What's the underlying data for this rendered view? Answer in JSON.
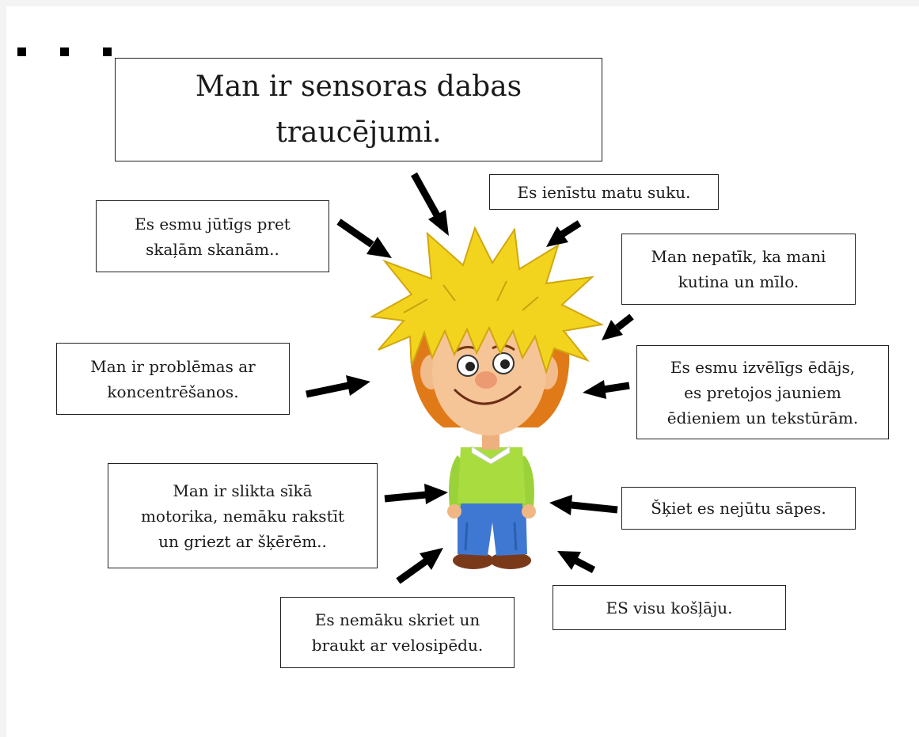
{
  "title": {
    "line1": "Man ir sensoras dabas",
    "line2": "traucējumi."
  },
  "notes": {
    "noise": {
      "line1": "Es esmu jūtīgs pret",
      "line2": "skaļām skanām.."
    },
    "brush": {
      "line1": "Es ienīstu matu suku."
    },
    "tickle": {
      "line1": "Man nepatīk, ka mani",
      "line2": "kutina un mīlo."
    },
    "focus": {
      "line1": "Man ir problēmas ar",
      "line2": "koncentrēšanos."
    },
    "eater": {
      "line1": "Es esmu izvēlīgs ēdājs,",
      "line2": "es pretojos jauniem",
      "line3": "ēdieniem un tekstūrām."
    },
    "motor": {
      "line1": "Man ir slikta sīkā",
      "line2": "motorika, nemāku rakstīt",
      "line3": "un griezt ar šķērēm.."
    },
    "pain": {
      "line1": "Šķiet es nejūtu sāpes."
    },
    "bike": {
      "line1": "Es nemāku skriet un",
      "line2": "braukt ar velosipēdu."
    },
    "chew": {
      "line1": "ES visu košļāju."
    }
  }
}
